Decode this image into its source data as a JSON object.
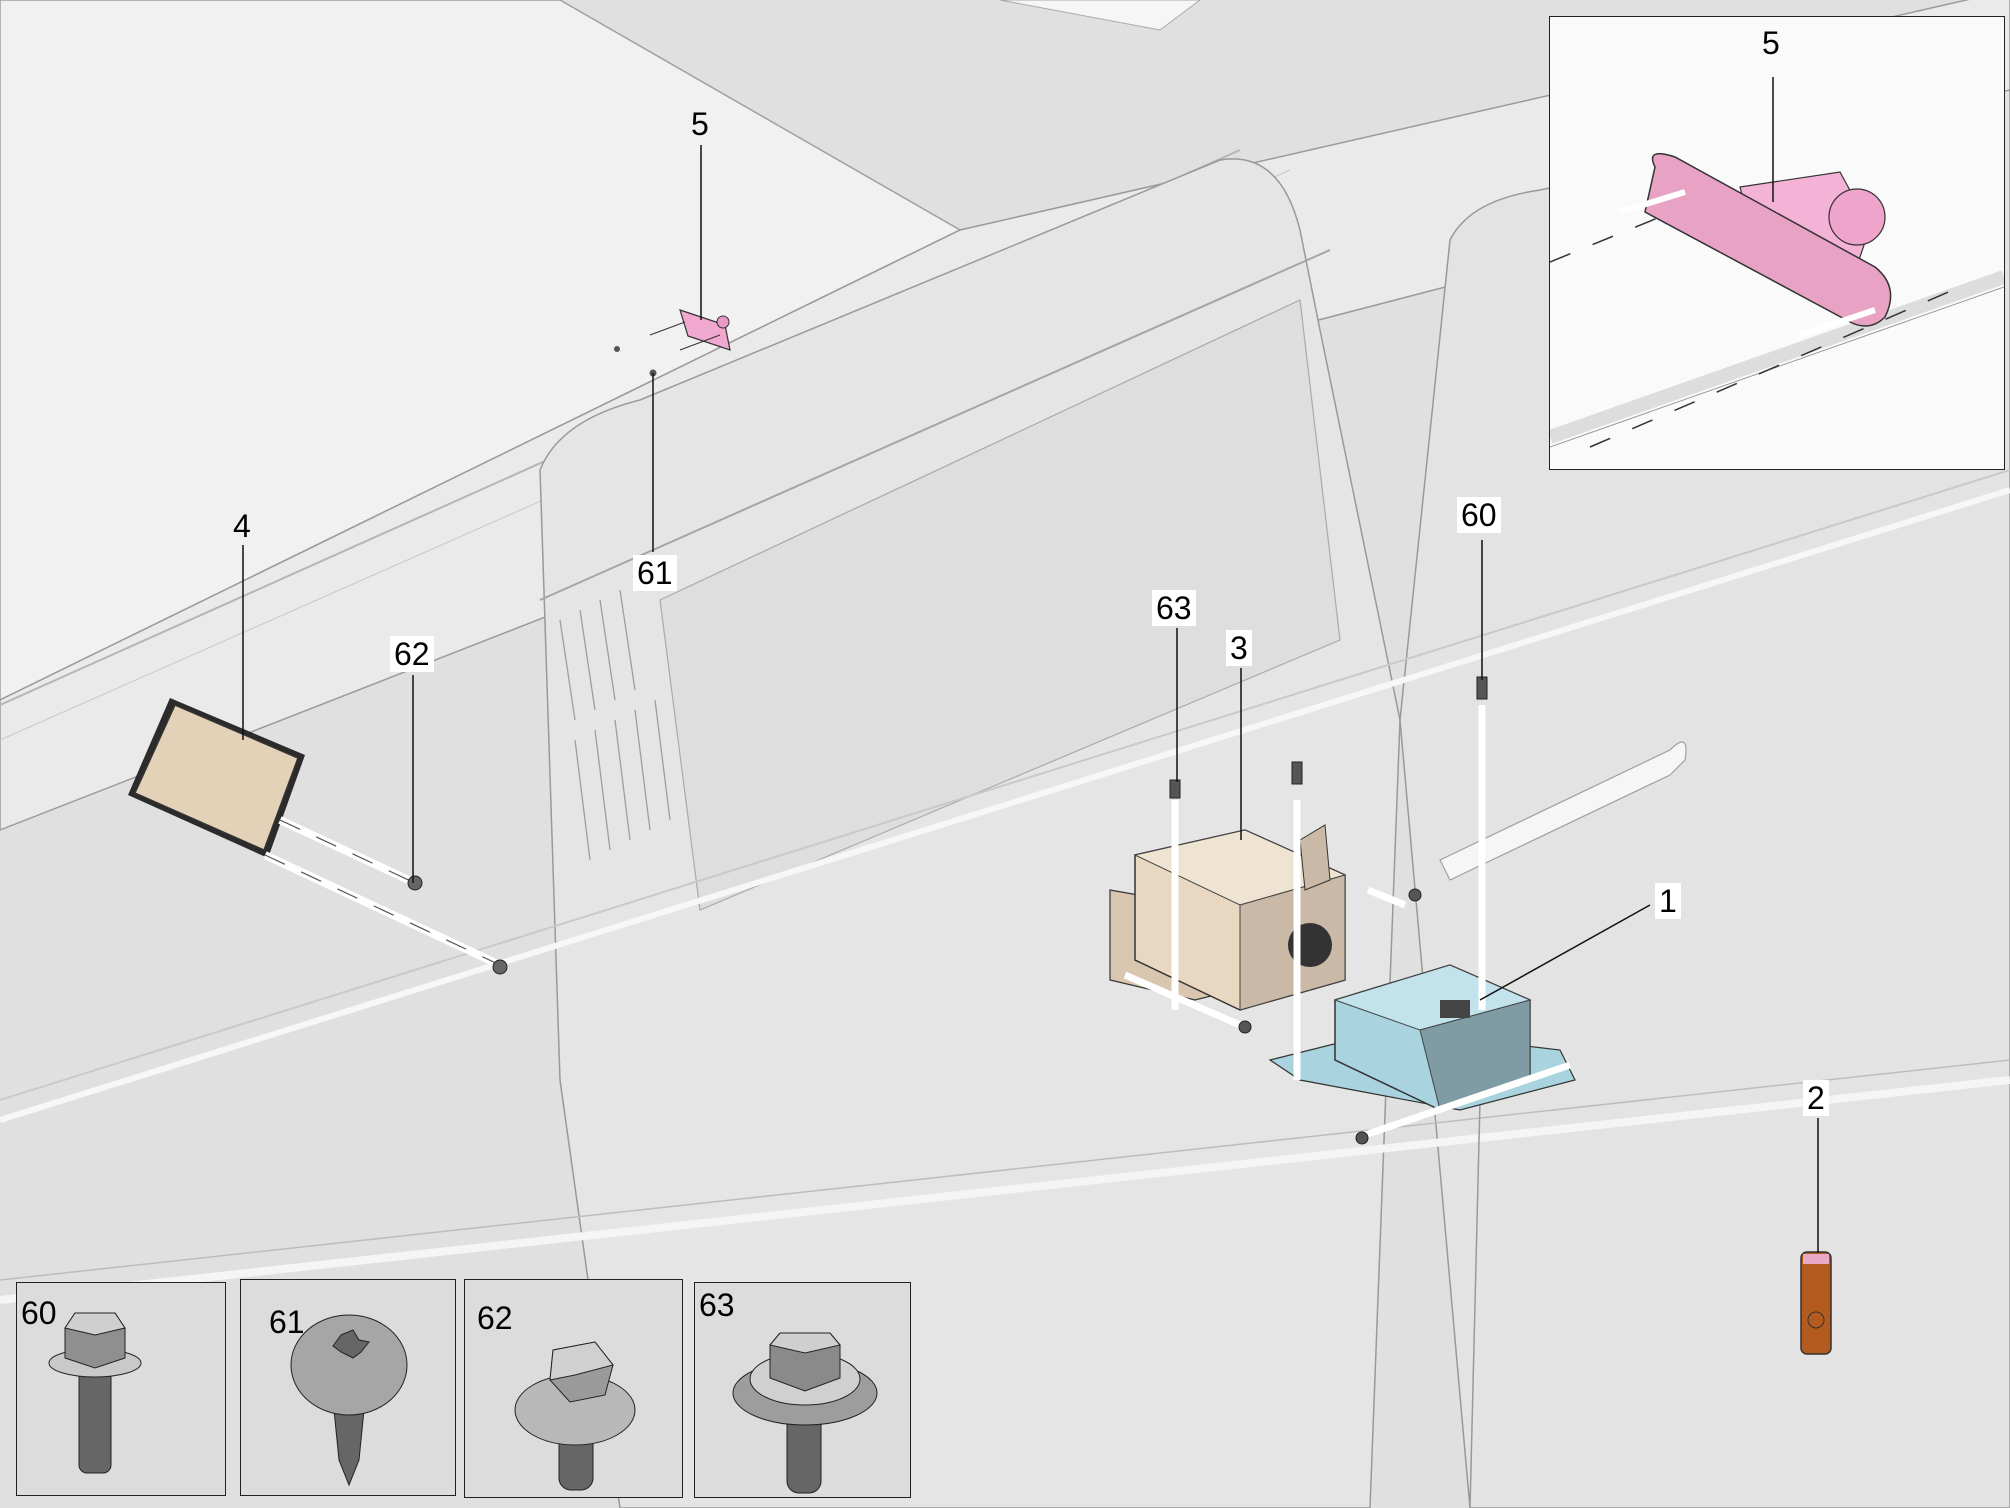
{
  "diagram": {
    "title": "Exploded parts view – rear seat entertainment components mounted on vehicle side panel",
    "colors": {
      "body_panel": "#e2e2e2",
      "body_panel_light": "#f4f4f4",
      "edge_lines": "#9a9a9a",
      "part_1_unit": "#a9d3df",
      "part_3_unit": "#e8d8c2",
      "part_4_display": "#e4d2b8",
      "part_5_connector": "#f0a8cf",
      "part_2_remote": "#b35a1f",
      "fastener_grey": "#8a8a8a",
      "callout_bg": "#ffffff",
      "callout_text": "#000000"
    },
    "callouts": [
      {
        "id": "1",
        "label": "1",
        "part": "control unit with mounting bracket"
      },
      {
        "id": "2",
        "label": "2",
        "part": "remote control"
      },
      {
        "id": "3",
        "label": "3",
        "part": "media unit with bracket"
      },
      {
        "id": "4",
        "label": "4",
        "part": "display screen"
      },
      {
        "id": "5",
        "label": "5",
        "part": "connector socket"
      },
      {
        "id": "60",
        "label": "60",
        "part": "hex flange bolt"
      },
      {
        "id": "61",
        "label": "61",
        "part": "torx pan head screw"
      },
      {
        "id": "62",
        "label": "62",
        "part": "hex bolt with washer"
      },
      {
        "id": "63",
        "label": "63",
        "part": "hex bolt with large washer"
      }
    ],
    "detail_inset": {
      "label": "5",
      "part": "connector socket (enlarged)"
    },
    "fastener_legend": [
      {
        "label": "60",
        "type": "hex flange bolt"
      },
      {
        "label": "61",
        "type": "torx pan head screw"
      },
      {
        "label": "62",
        "type": "hex bolt with washer"
      },
      {
        "label": "63",
        "type": "hex bolt with large washer"
      }
    ]
  }
}
